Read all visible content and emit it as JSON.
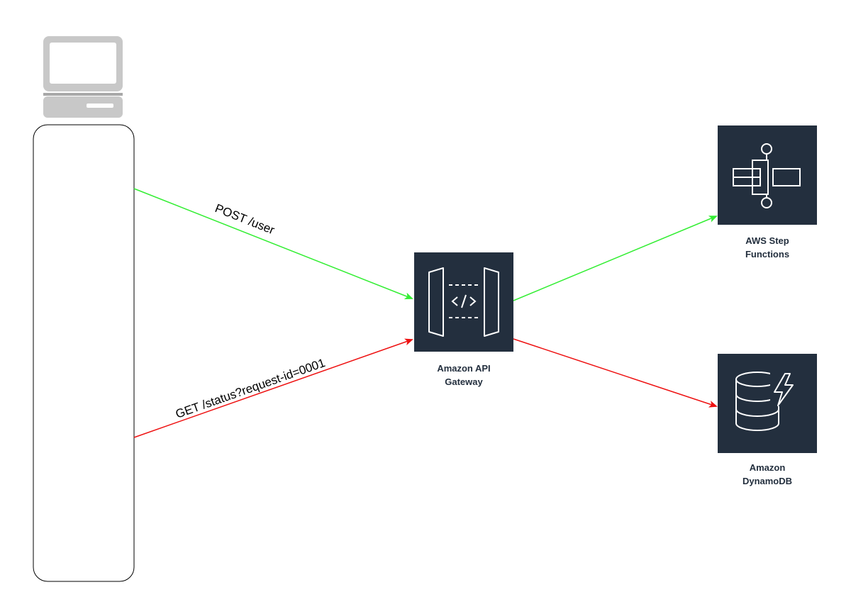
{
  "colors": {
    "aws_tile": "#232f3e",
    "icon_stroke": "#ffffff",
    "request_arrow": "#33ee33",
    "response_arrow": "#ee1111",
    "client_outline": "#000000",
    "computer_body": "#c8c8c8"
  },
  "nodes": {
    "client": {
      "icon": "desktop-computer-icon"
    },
    "api_gateway": {
      "icon": "api-gateway-icon",
      "label_line1": "Amazon API",
      "label_line2": "Gateway"
    },
    "step_functions": {
      "icon": "step-functions-icon",
      "label_line1": "AWS Step",
      "label_line2": "Functions"
    },
    "dynamodb": {
      "icon": "dynamodb-icon",
      "label_line1": "Amazon",
      "label_line2": "DynamoDB"
    }
  },
  "edges": {
    "post_user": {
      "label": "POST /user",
      "from": "client",
      "to": "api_gateway"
    },
    "get_status": {
      "label": "GET /status?request-id=0001",
      "from": "client",
      "to": "api_gateway"
    },
    "to_step_functions": {
      "from": "api_gateway",
      "to": "step_functions"
    },
    "to_dynamodb": {
      "from": "api_gateway",
      "to": "dynamodb"
    }
  }
}
